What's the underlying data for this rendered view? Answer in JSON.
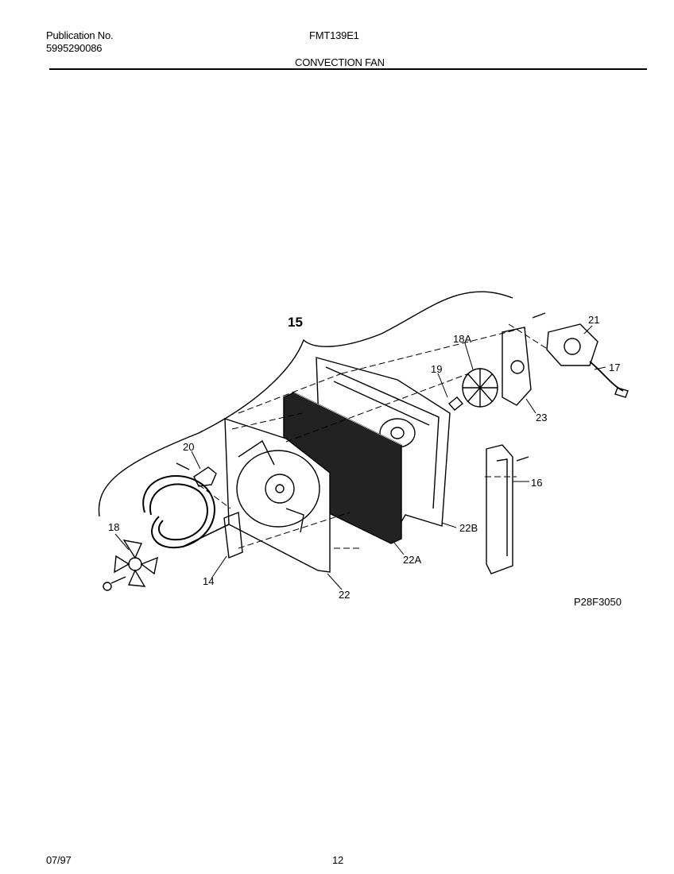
{
  "header": {
    "publication_label": "Publication No.",
    "publication_number": "5995290086",
    "model": "FMT139E1",
    "section_title": "CONVECTION FAN"
  },
  "diagram": {
    "drawing_code": "P28F3050",
    "callouts": {
      "c15": "15",
      "c21": "21",
      "c18a": "18A",
      "c17": "17",
      "c19": "19",
      "c23": "23",
      "c20": "20",
      "c16": "16",
      "c18": "18",
      "c22b": "22B",
      "c22a": "22A",
      "c14": "14",
      "c22": "22"
    }
  },
  "footer": {
    "date": "07/97",
    "page_number": "12"
  }
}
